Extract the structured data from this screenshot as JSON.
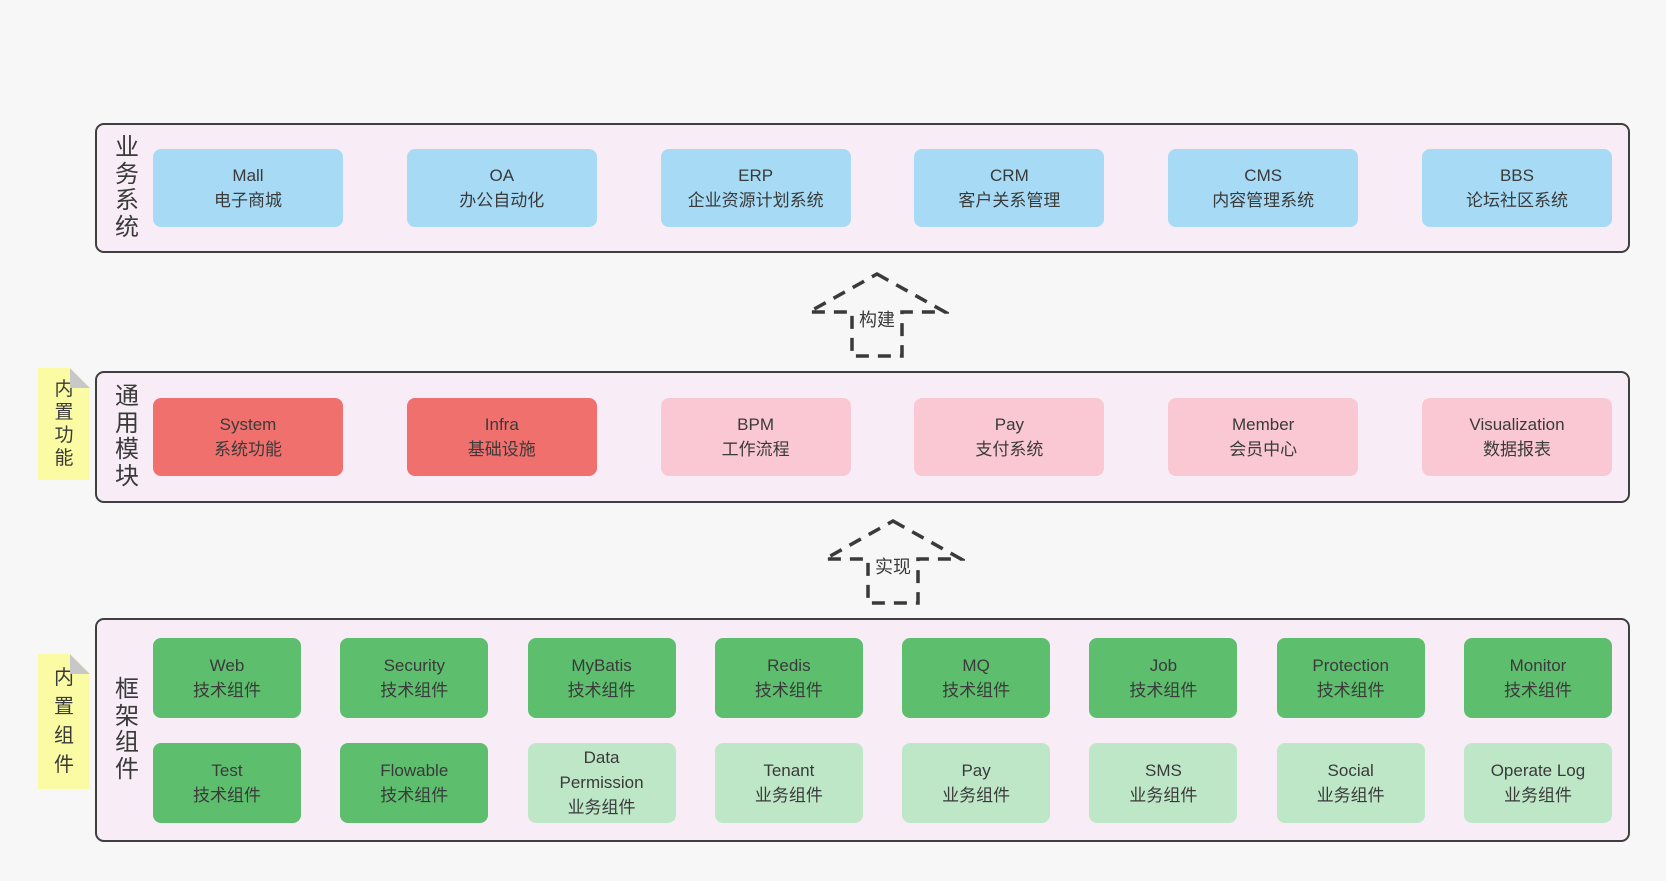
{
  "palette": {
    "page_bg": "#f7f7f7",
    "band_bg": "#f8edf7",
    "band_border": "#3f3f3f",
    "arrow": "#3a3a3a",
    "text": "#3a3a3a",
    "blue": "#a6daf5",
    "red": "#f0706e",
    "pink": "#f9c8d2",
    "green": "#5dbe6d",
    "lightgreen": "#bee7c7",
    "sticky_bg": "#fbfba3",
    "sticky_fold": "#c8c8c8"
  },
  "bands": [
    {
      "name": "business-systems",
      "label": "业务系统",
      "sticky": null,
      "rows": [
        [
          {
            "title": "Mall",
            "subtitle": "电子商城",
            "variant": "blue"
          },
          {
            "title": "OA",
            "subtitle": "办公自动化",
            "variant": "blue"
          },
          {
            "title": "ERP",
            "subtitle": "企业资源计划系统",
            "variant": "blue"
          },
          {
            "title": "CRM",
            "subtitle": "客户关系管理",
            "variant": "blue"
          },
          {
            "title": "CMS",
            "subtitle": "内容管理系统",
            "variant": "blue"
          },
          {
            "title": "BBS",
            "subtitle": "论坛社区系统",
            "variant": "blue"
          }
        ]
      ]
    },
    {
      "name": "common-modules",
      "label": "通用模块",
      "sticky": "内置功能",
      "rows": [
        [
          {
            "title": "System",
            "subtitle": "系统功能",
            "variant": "red"
          },
          {
            "title": "Infra",
            "subtitle": "基础设施",
            "variant": "red"
          },
          {
            "title": "BPM",
            "subtitle": "工作流程",
            "variant": "pink"
          },
          {
            "title": "Pay",
            "subtitle": "支付系统",
            "variant": "pink"
          },
          {
            "title": "Member",
            "subtitle": "会员中心",
            "variant": "pink"
          },
          {
            "title": "Visualization",
            "subtitle": "数据报表",
            "variant": "pink"
          }
        ]
      ]
    },
    {
      "name": "framework-components",
      "label": "框架组件",
      "sticky": "内置组件",
      "rows": [
        [
          {
            "title": "Web",
            "subtitle": "技术组件",
            "variant": "green"
          },
          {
            "title": "Security",
            "subtitle": "技术组件",
            "variant": "green"
          },
          {
            "title": "MyBatis",
            "subtitle": "技术组件",
            "variant": "green"
          },
          {
            "title": "Redis",
            "subtitle": "技术组件",
            "variant": "green"
          },
          {
            "title": "MQ",
            "subtitle": "技术组件",
            "variant": "green"
          },
          {
            "title": "Job",
            "subtitle": "技术组件",
            "variant": "green"
          },
          {
            "title": "Protection",
            "subtitle": "技术组件",
            "variant": "green"
          },
          {
            "title": "Monitor",
            "subtitle": "技术组件",
            "variant": "green"
          }
        ],
        [
          {
            "title": "Test",
            "subtitle": "技术组件",
            "variant": "green"
          },
          {
            "title": "Flowable",
            "subtitle": "技术组件",
            "variant": "green"
          },
          {
            "title": "Data Permission",
            "subtitle": "业务组件",
            "variant": "lightgreen"
          },
          {
            "title": "Tenant",
            "subtitle": "业务组件",
            "variant": "lightgreen"
          },
          {
            "title": "Pay",
            "subtitle": "业务组件",
            "variant": "lightgreen"
          },
          {
            "title": "SMS",
            "subtitle": "业务组件",
            "variant": "lightgreen"
          },
          {
            "title": "Social",
            "subtitle": "业务组件",
            "variant": "lightgreen"
          },
          {
            "title": "Operate Log",
            "subtitle": "业务组件",
            "variant": "lightgreen"
          }
        ]
      ]
    }
  ],
  "arrows": [
    {
      "label": "构建"
    },
    {
      "label": "实现"
    }
  ]
}
